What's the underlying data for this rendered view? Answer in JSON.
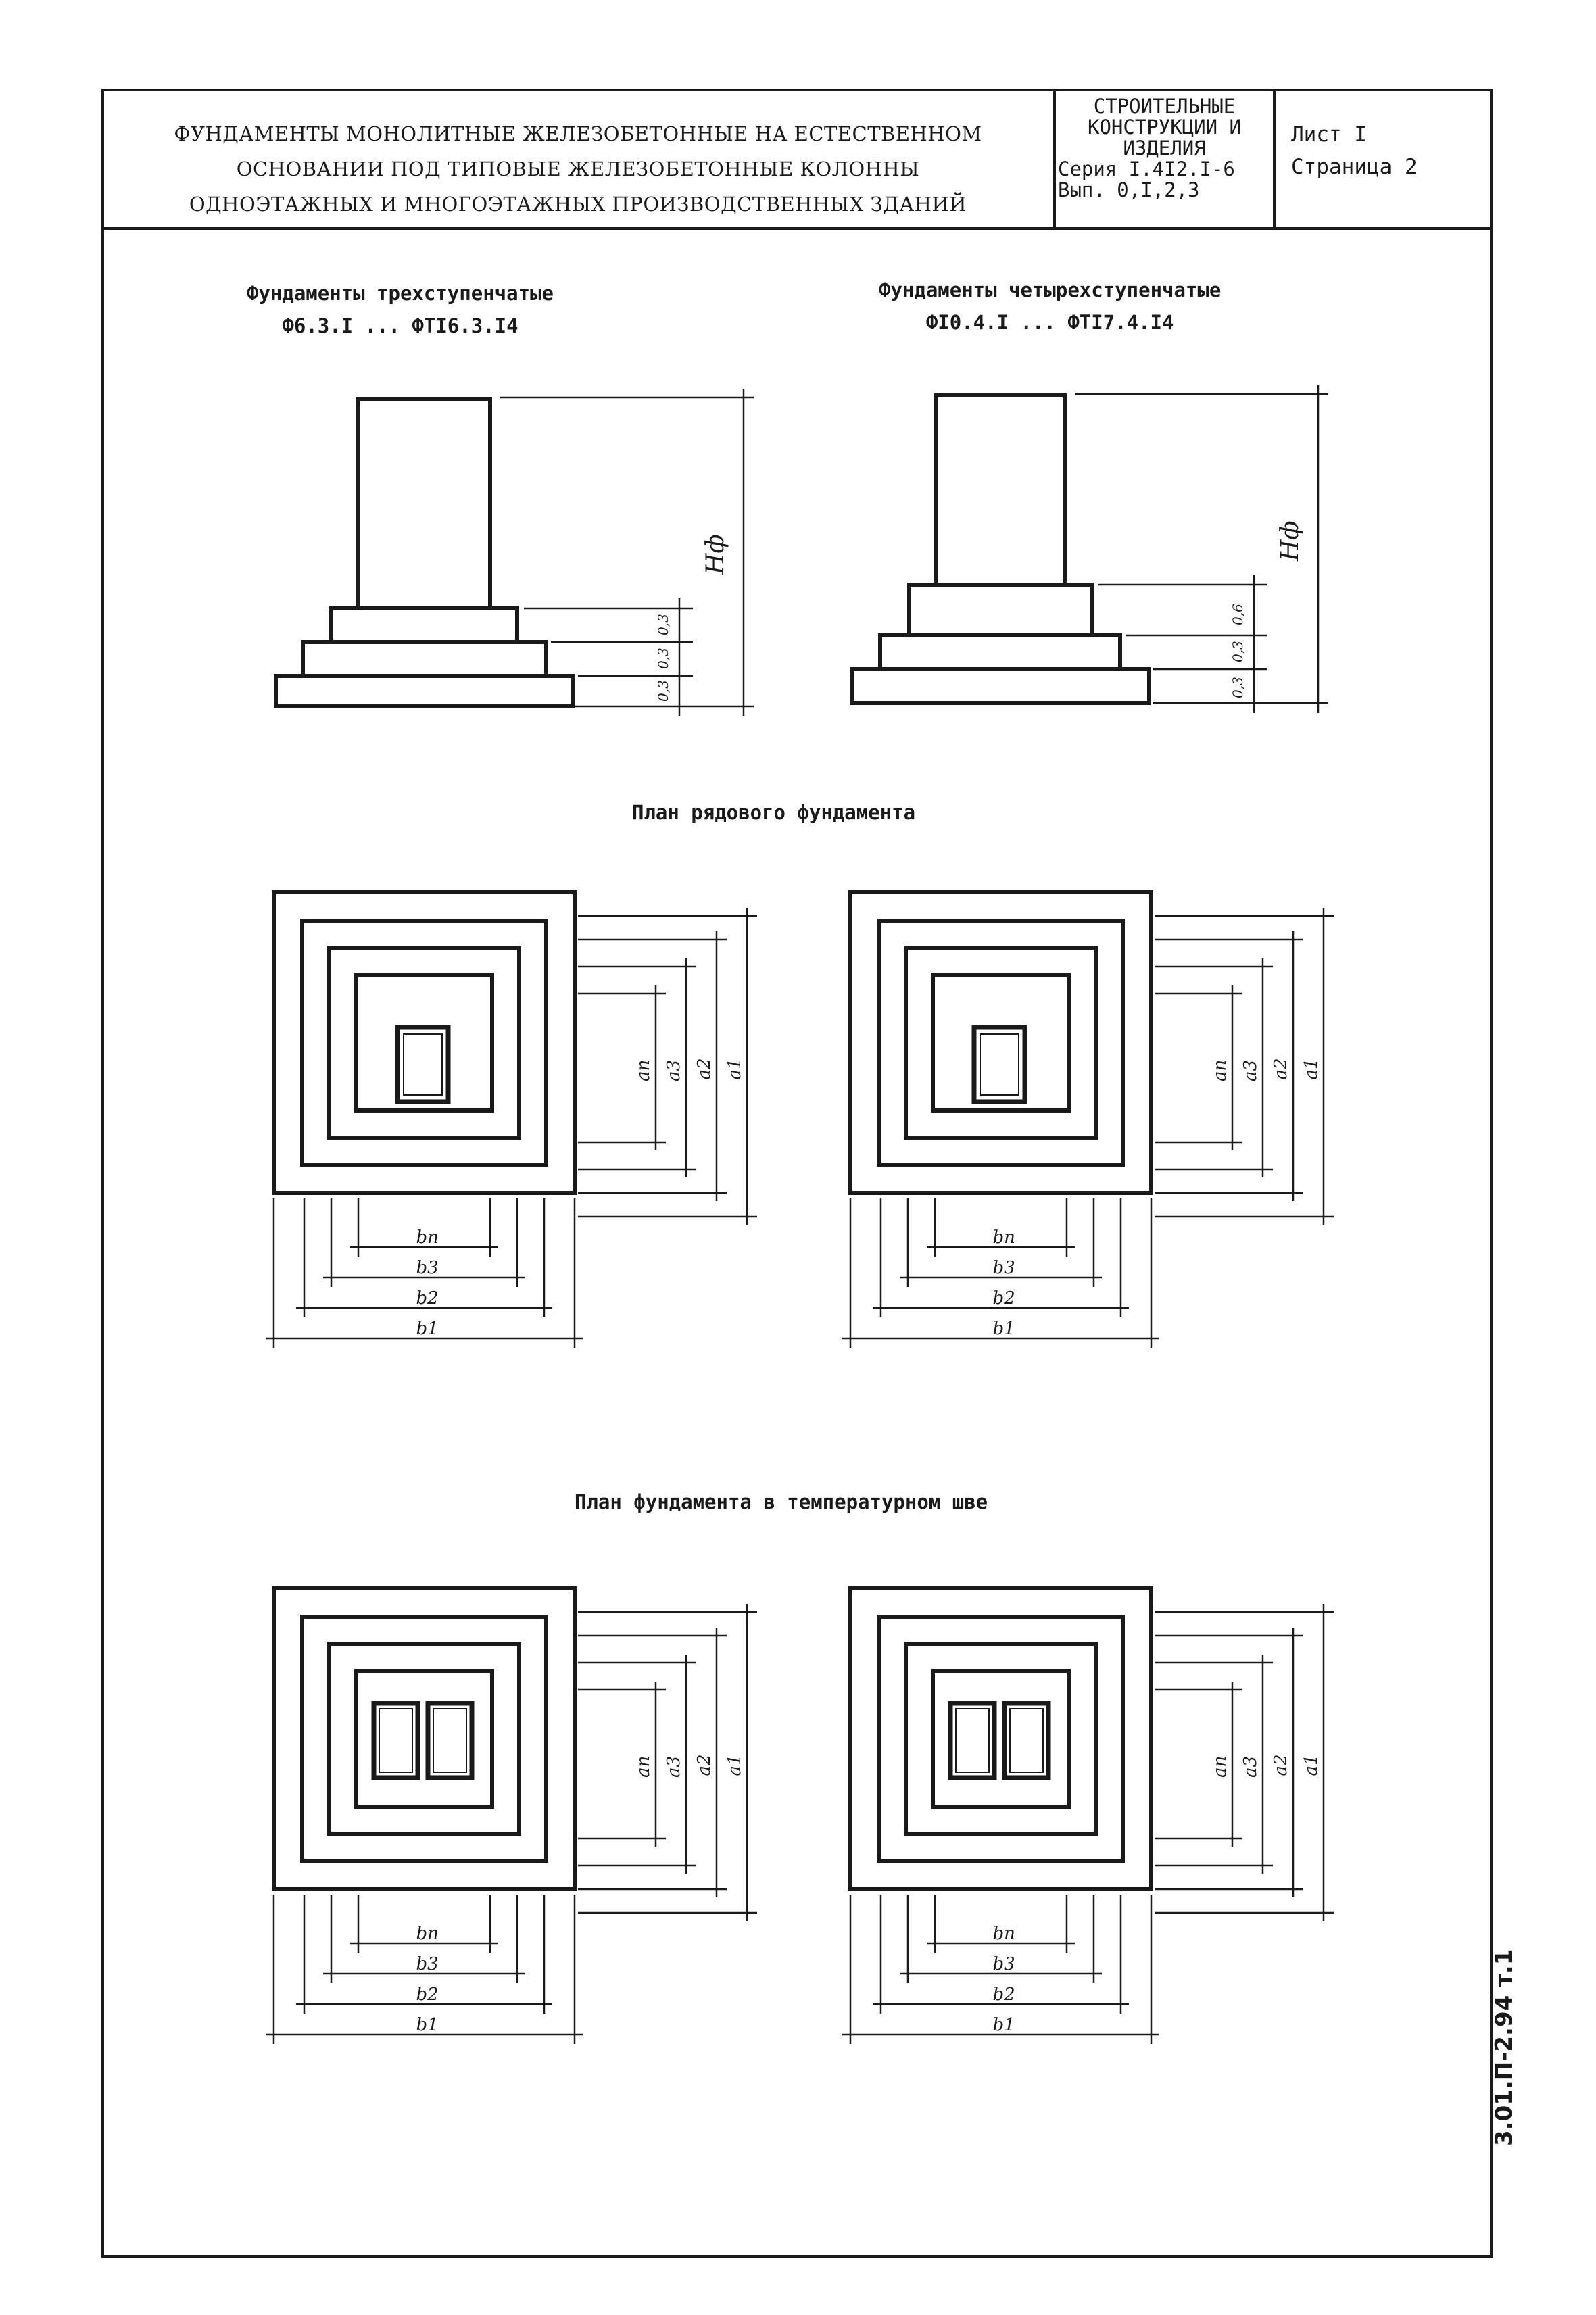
{
  "title_block": {
    "title_line1": "ФУНДАМЕНТЫ МОНОЛИТНЫЕ ЖЕЛЕЗОБЕТОННЫЕ НА ЕСТЕСТВЕННОМ",
    "title_line2": "ОСНОВАНИИ ПОД ТИПОВЫЕ ЖЕЛЕЗОБЕТОННЫЕ КОЛОННЫ",
    "title_line3": "ОДНОЭТАЖНЫХ И МНОГОЭТАЖНЫХ ПРОИЗВОДСТВЕННЫХ ЗДАНИЙ",
    "series_line1": "СТРОИТЕЛЬНЫЕ",
    "series_line2": "КОНСТРУКЦИИ И",
    "series_line3": "ИЗДЕЛИЯ",
    "series_line4": "Серия I.4I2.I-6",
    "series_line5": "Вып. 0,I,2,3",
    "sheet_label": "Лист I",
    "page_label": "Страница 2"
  },
  "three_step": {
    "caption_line1": "Фундаменты трехступенчатые",
    "caption_line2": "Ф6.3.I ... ФТI6.3.I4"
  },
  "four_step": {
    "caption_line1": "Фундаменты четырехступенчатые",
    "caption_line2": "ФI0.4.I ... ФТI7.4.I4"
  },
  "section_row_plan": "План рядового фундамента",
  "section_joint_plan": "План фундамента в температурном шве",
  "dimension_labels": {
    "height": "Hф",
    "step_3_heights": [
      "0,3",
      "0,3",
      "0,3"
    ],
    "step_4_heights": [
      "0,6",
      "0,3",
      "0,3"
    ],
    "a3": [
      "ап",
      "а3",
      "а2",
      "а1"
    ],
    "a4": [
      "ап",
      "а3",
      "а2",
      "а1"
    ],
    "b": [
      "bп",
      "b3",
      "b2",
      "b1"
    ]
  },
  "stamp": "3.01.П-2.94 т.1"
}
